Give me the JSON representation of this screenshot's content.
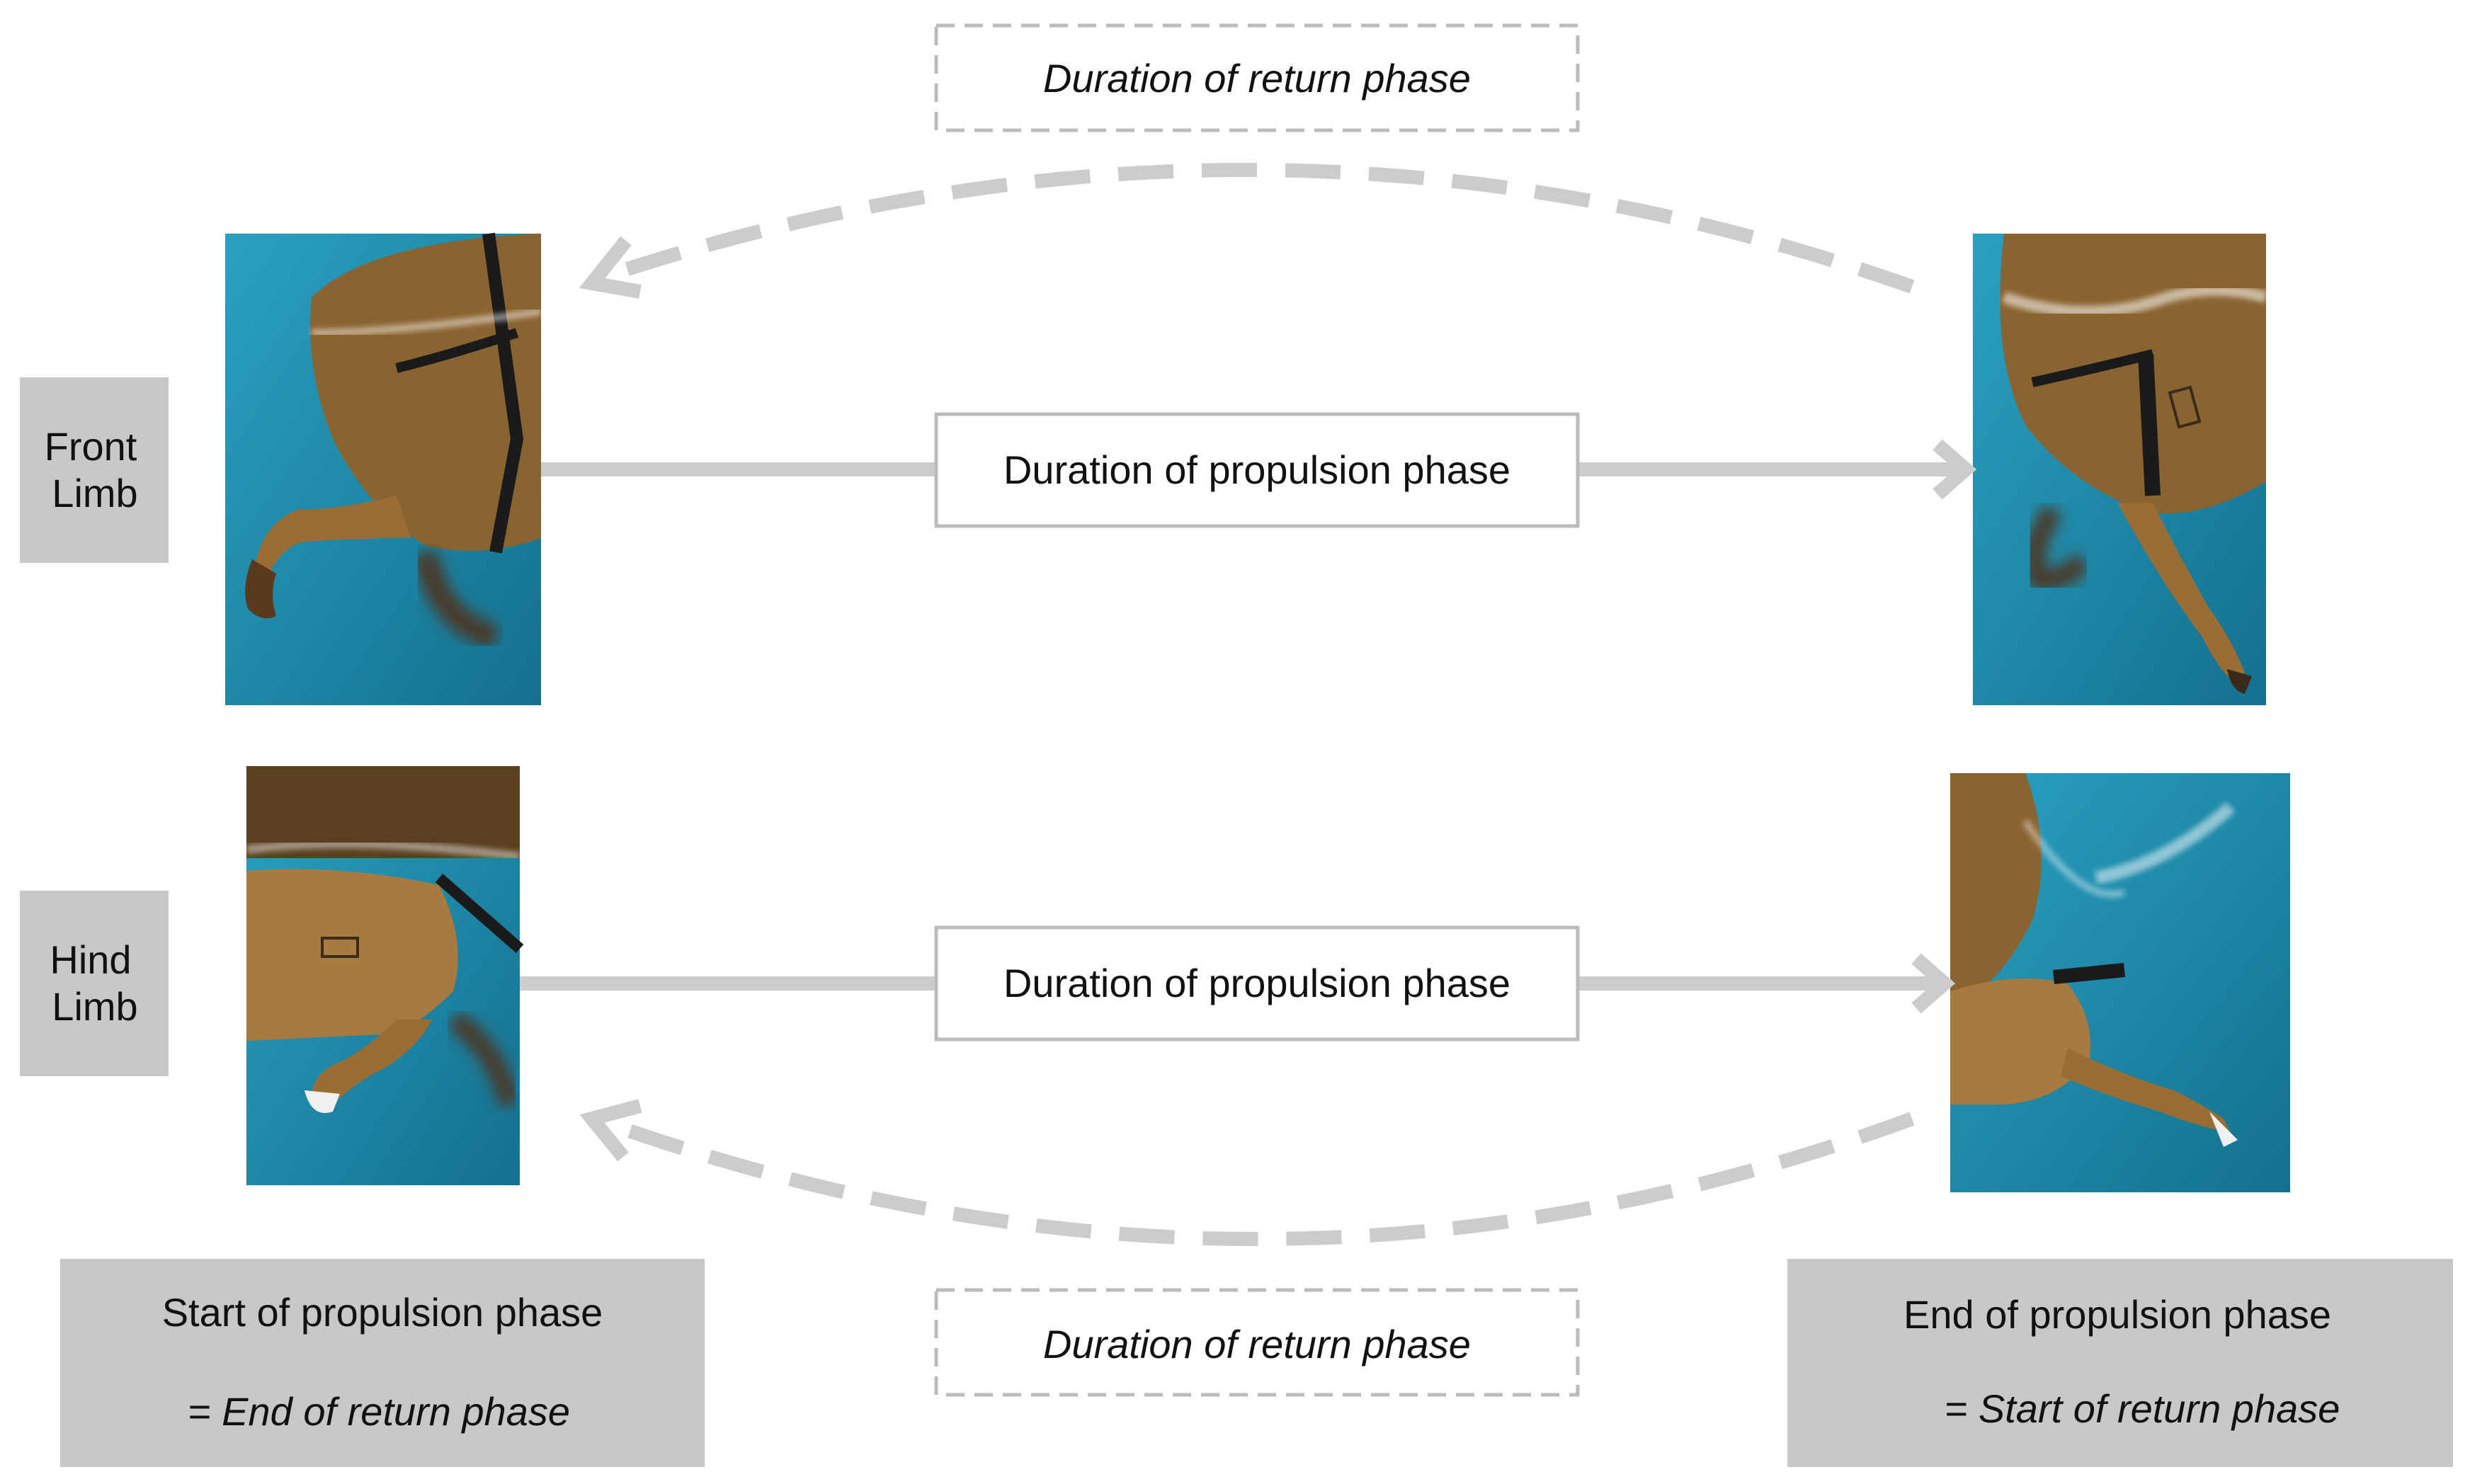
{
  "rows": {
    "front": {
      "label_line1": "Front",
      "label_line2": "Limb"
    },
    "hind": {
      "label_line1": "Hind",
      "label_line2": "Limb"
    }
  },
  "phases": {
    "propulsion": "Duration of propulsion phase",
    "return": "Duration of return phase"
  },
  "captions": {
    "start": {
      "line1": "Start of propulsion phase",
      "line2": "= End of return phase"
    },
    "end": {
      "line1": "End of propulsion phase",
      "line2": "= Start of return phase"
    }
  },
  "colors": {
    "water": "#1f8fb0",
    "water_deep": "#14708f",
    "horse": "#8a6430",
    "label_bg": "#c8c8c8",
    "arrow": "#cccccc",
    "box_border": "#bbbbbb"
  }
}
